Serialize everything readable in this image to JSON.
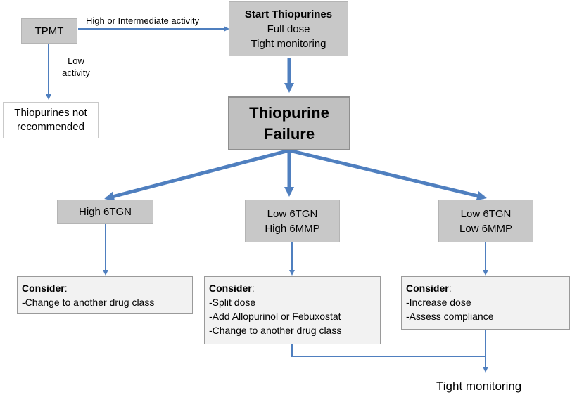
{
  "nodes": {
    "tpmt": {
      "label": "TPMT"
    },
    "start": {
      "title": "Start Thiopurines",
      "lines": [
        "Full dose",
        "Tight monitoring"
      ]
    },
    "not_recommended": {
      "lines": [
        "Thiopurines not",
        "recommended"
      ]
    },
    "failure": {
      "lines": [
        "Thiopurine",
        "Failure"
      ]
    },
    "high_6tgn": {
      "label": "High 6TGN"
    },
    "low_high": {
      "lines": [
        "Low 6TGN",
        "High 6MMP"
      ]
    },
    "low_low": {
      "lines": [
        "Low 6TGN",
        "Low 6MMP"
      ]
    },
    "consider_left": {
      "heading": "Consider",
      "items": [
        "-Change to another drug class"
      ]
    },
    "consider_mid": {
      "heading": "Consider",
      "items": [
        "-Split dose",
        "-Add Allopurinol or Febuxostat",
        "-Change to another drug class"
      ]
    },
    "consider_right": {
      "heading": "Consider",
      "items": [
        "-Increase dose",
        "-Assess compliance"
      ]
    },
    "final": {
      "label": "Tight monitoring"
    }
  },
  "edge_labels": {
    "tpmt_to_start": "High or Intermediate activity",
    "tpmt_to_not_recommended": [
      "Low",
      "activity"
    ]
  },
  "colors": {
    "arrow": "#4f7fbf",
    "box_gray": "#c8c8c8",
    "box_light": "#f2f2f2"
  }
}
